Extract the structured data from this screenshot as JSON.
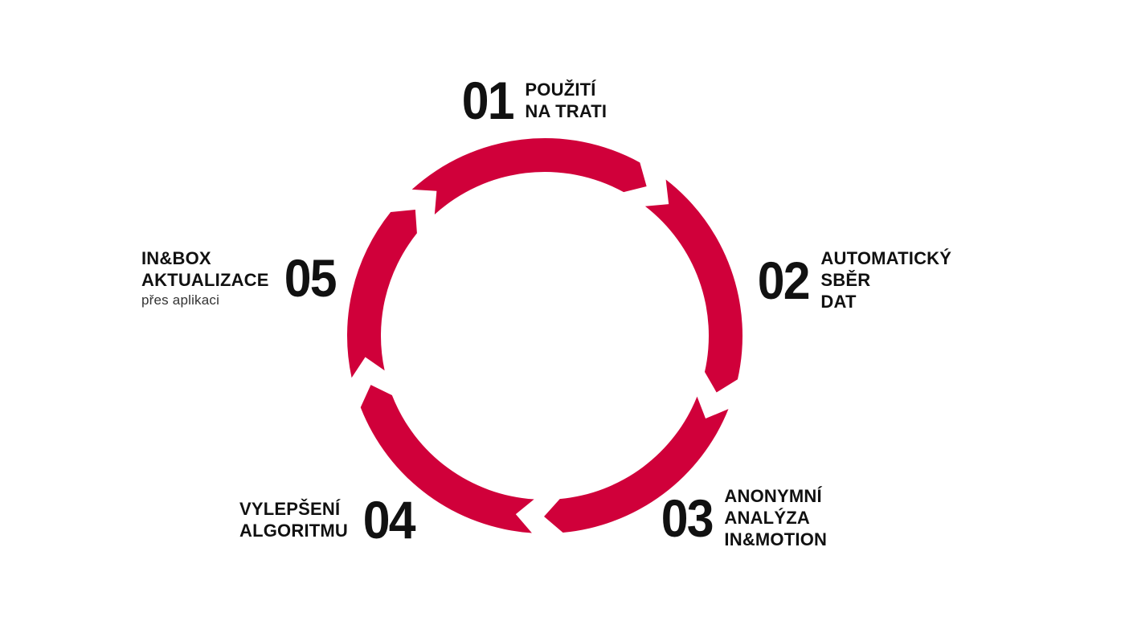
{
  "colors": {
    "ring": "#d0003a",
    "text": "#111111"
  },
  "steps": [
    {
      "number": "01",
      "lines": [
        "POUŽITÍ",
        "NA TRATI"
      ]
    },
    {
      "number": "02",
      "lines": [
        "AUTOMATICKÝ",
        "SBĚR",
        "DAT"
      ]
    },
    {
      "number": "03",
      "lines": [
        "ANONYMNÍ",
        "ANALÝZA",
        "IN&MOTION"
      ]
    },
    {
      "number": "04",
      "lines": [
        "VYLEPŠENÍ",
        "ALGORITMU"
      ]
    },
    {
      "number": "05",
      "lines": [
        "IN&BOX",
        "AKTUALIZACE"
      ],
      "sub": "přes aplikaci"
    }
  ]
}
